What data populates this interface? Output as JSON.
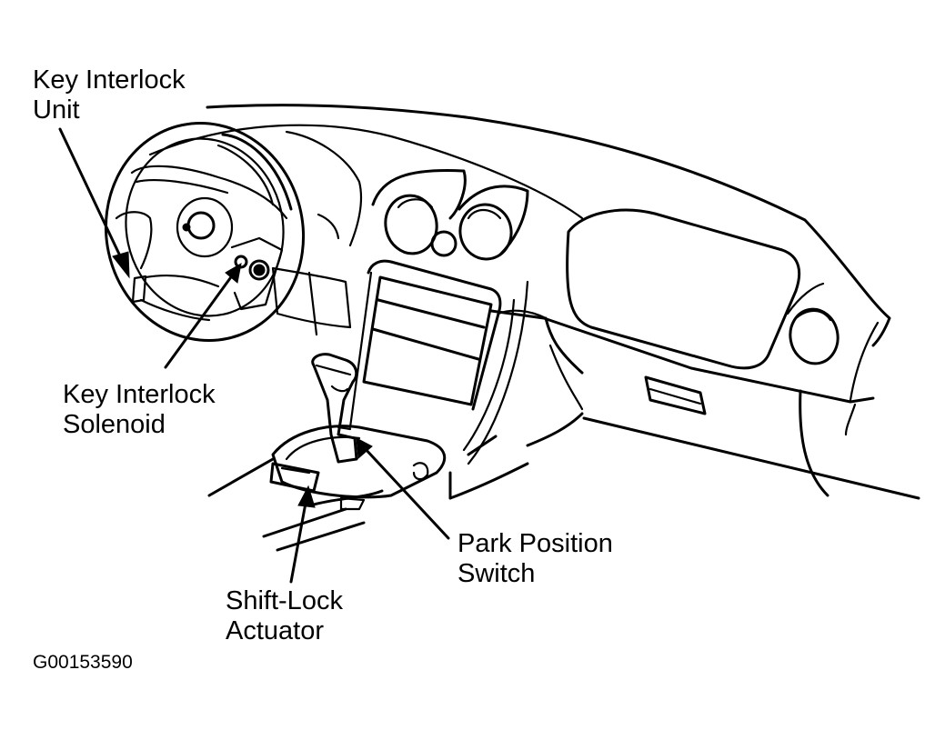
{
  "figure": {
    "title": "Key Interlock and Shift-Lock Component Locations",
    "figure_id": "G00153590",
    "style": "black line art on white"
  },
  "callouts": [
    {
      "id": "key-interlock-unit",
      "lines": [
        "Key Interlock",
        "Unit"
      ]
    },
    {
      "id": "key-interlock-solenoid",
      "lines": [
        "Key Interlock",
        "Solenoid"
      ]
    },
    {
      "id": "park-position-switch",
      "lines": [
        "Park Position",
        "Switch"
      ]
    },
    {
      "id": "shift-lock-actuator",
      "lines": [
        "Shift-Lock",
        "Actuator"
      ]
    }
  ],
  "colors": {
    "line": "#000000",
    "background": "#ffffff"
  }
}
